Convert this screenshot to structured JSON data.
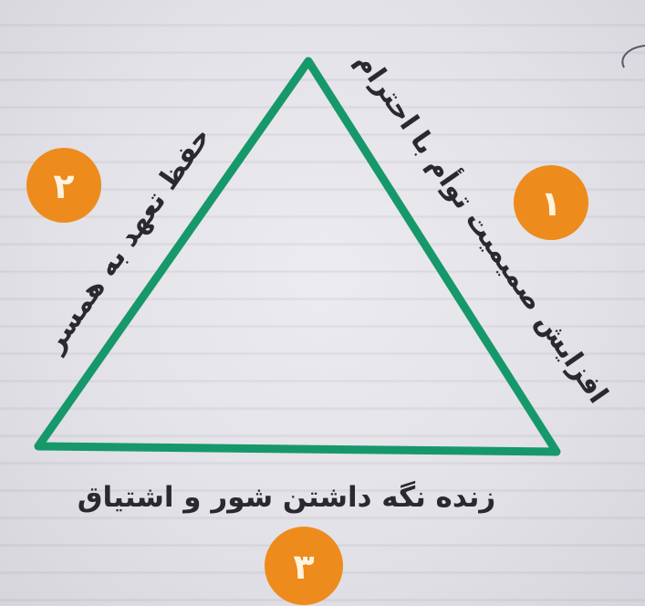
{
  "colors": {
    "triangle": "#16986b",
    "badge": "#ee8b1d",
    "text": "#2a2a2e",
    "badge_text": "#fff3e0"
  },
  "diagram": {
    "sides": [
      {
        "id": "right",
        "number": "۱",
        "label": "افزایش صمیمیت توأم با احترام"
      },
      {
        "id": "left",
        "number": "۲",
        "label": "حفظ تعهد به همسر"
      },
      {
        "id": "bottom",
        "number": "۳",
        "label": "زنده نگه داشتن شور و اشتیاق"
      }
    ]
  }
}
